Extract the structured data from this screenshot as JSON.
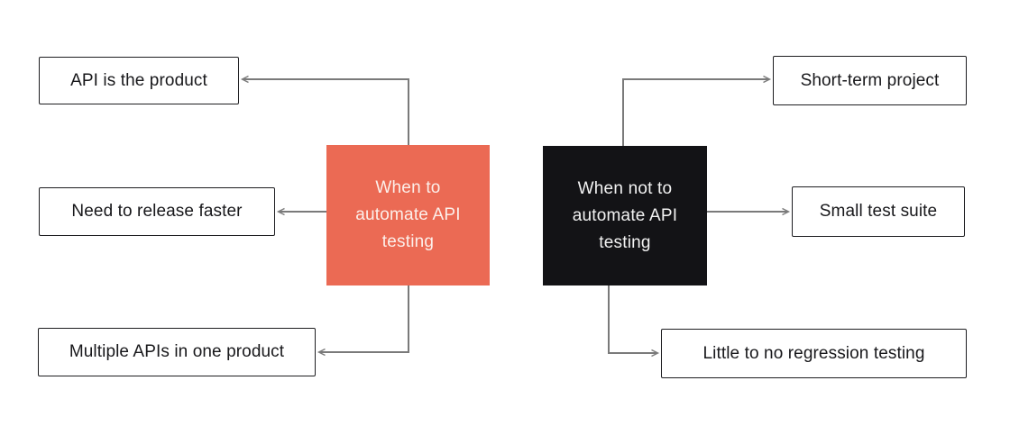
{
  "diagram": {
    "hubs": {
      "automate": {
        "label": "When to\nautomate API\ntesting",
        "color": "#EB6A54",
        "text_color": "#FCEFEA"
      },
      "not_automate": {
        "label": "When not to\nautomate API\ntesting",
        "color": "#131316",
        "text_color": "#F2F2F2"
      }
    },
    "when_to_automate_reasons": [
      {
        "label": "API is the product"
      },
      {
        "label": "Need to release faster"
      },
      {
        "label": "Multiple APIs in one product"
      }
    ],
    "when_not_to_automate_reasons": [
      {
        "label": "Short-term project"
      },
      {
        "label": "Small test suite"
      },
      {
        "label": "Little to no regression testing"
      }
    ],
    "colors": {
      "background": "#FFFFFF",
      "connector_line": "#7A7A7A",
      "leaf_border": "#1D1D20",
      "leaf_text": "#18181B"
    }
  }
}
